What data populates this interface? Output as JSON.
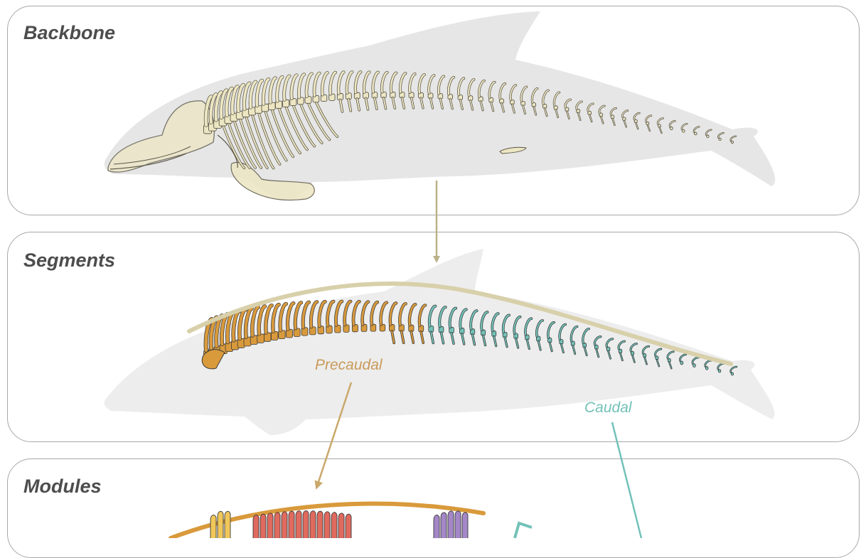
{
  "panels": {
    "backbone": {
      "title": "Backbone"
    },
    "segments": {
      "title": "Segments",
      "labels": {
        "precaudal": "Precaudal",
        "caudal": "Caudal"
      }
    },
    "modules": {
      "title": "Modules"
    }
  },
  "colors": {
    "panel_border": "#a8a8a8",
    "title_text": "#4d4d4d",
    "body_silhouette": "#e6e6e6",
    "bone": "#ede6c3",
    "bone_outline": "#5a5648",
    "arrow_neutral": "#bab28a",
    "precaudal": "#d99a3c",
    "caudal": "#72c2b8",
    "module_red": "#e06a5e",
    "module_yellow": "#f0c85a",
    "module_purple": "#a487c8"
  }
}
